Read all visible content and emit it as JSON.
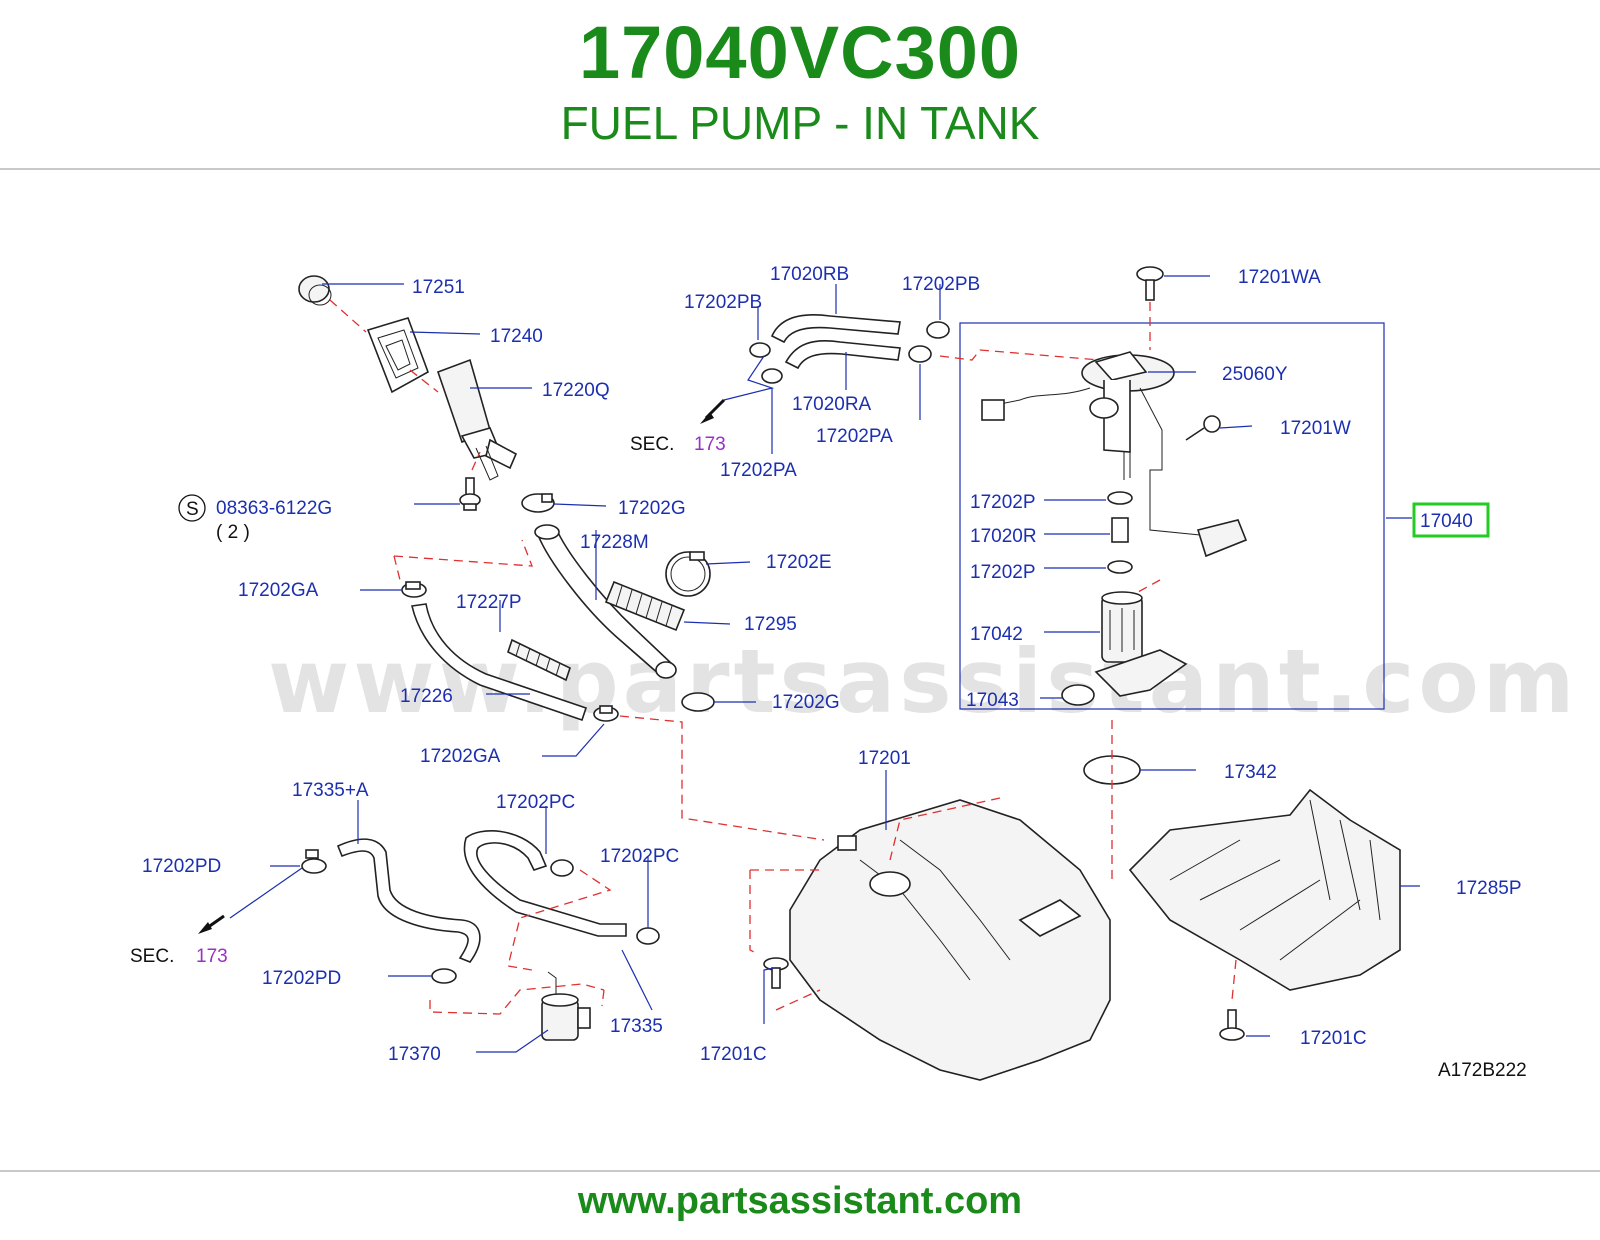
{
  "header": {
    "part_number": "17040VC300",
    "title": "FUEL PUMP - IN TANK"
  },
  "footer": {
    "url": "www.partsassistant.com"
  },
  "watermark": "www.partsassistant.com",
  "diagram": {
    "code": "A172B222",
    "highlighted_part": "17040",
    "labels": {
      "p17251": "17251",
      "p17240": "17240",
      "p17220Q": "17220Q",
      "p08363": "08363-6122G",
      "p08363_qty": "( 2 )",
      "s_symbol": "S",
      "p17202G_a": "17202G",
      "p17228M": "17228M",
      "p17202E": "17202E",
      "p17202GA_a": "17202GA",
      "p17227P": "17227P",
      "p17295": "17295",
      "p17226": "17226",
      "p17202G_b": "17202G",
      "p17202GA_b": "17202GA",
      "p17020RB": "17020RB",
      "p17202PB_a": "17202PB",
      "p17202PB_b": "17202PB",
      "p17020RA": "17020RA",
      "p17202PA_a": "17202PA",
      "p17202PA_b": "17202PA",
      "sec_a": "SEC.",
      "sec_a_num": "173",
      "p17201WA": "17201WA",
      "p25060Y": "25060Y",
      "p17201W": "17201W",
      "p17202P_a": "17202P",
      "p17020R": "17020R",
      "p17202P_b": "17202P",
      "p17042": "17042",
      "p17043": "17043",
      "p17040": "17040",
      "p17342": "17342",
      "p17201": "17201",
      "p17285P": "17285P",
      "p17201C_a": "17201C",
      "p17201C_b": "17201C",
      "p17335A": "17335+A",
      "p17202PC_a": "17202PC",
      "p17202PC_b": "17202PC",
      "p17202PD_a": "17202PD",
      "p17202PD_b": "17202PD",
      "sec_b": "SEC.",
      "sec_b_num": "173",
      "p17335": "17335",
      "p17370": "17370"
    }
  }
}
